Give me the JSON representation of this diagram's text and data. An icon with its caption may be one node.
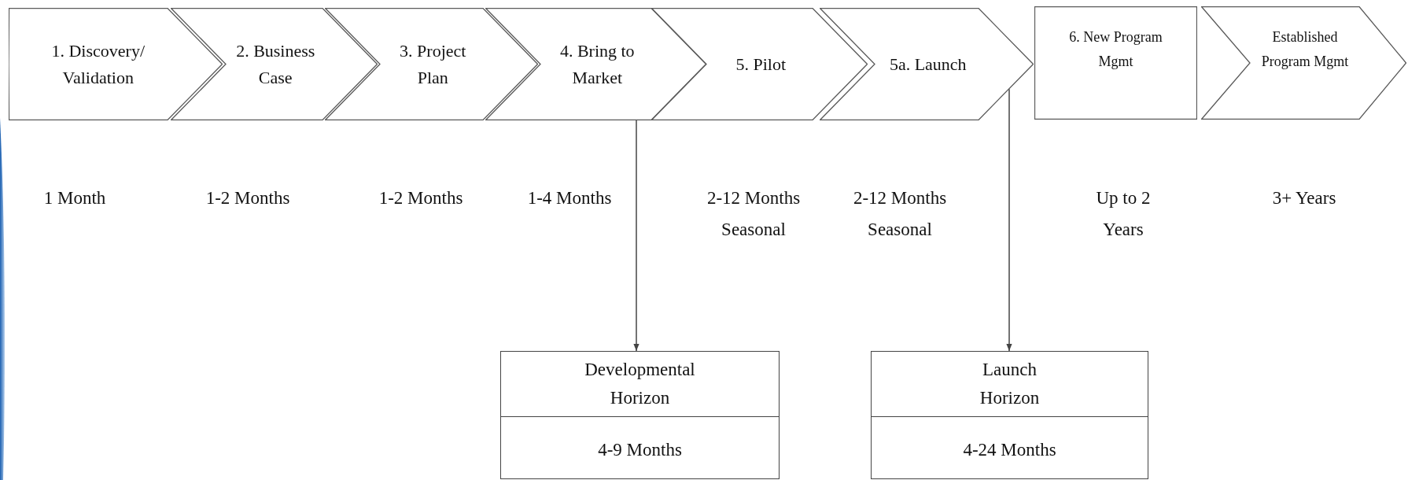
{
  "diagram": {
    "nodes": [
      {
        "text": [
          "1. Discovery/ Validation"
        ]
      },
      {
        "text": [
          "2. Business Case"
        ]
      },
      {
        "text": [
          "3. Project Plan"
        ]
      },
      {
        "text": [
          "4. Bring to Market"
        ]
      },
      {
        "text": [
          "5. Pilot"
        ]
      },
      {
        "text": [
          "5a. Launch"
        ]
      },
      {
        "text": [
          "6. New Program Mgmt"
        ]
      },
      {
        "text": [
          "Established Program Mgmt"
        ]
      },
      {
        "text": [
          "Developmental Horizon",
          "4-9 Months"
        ]
      },
      {
        "text": [
          "Launch Horizon",
          "4-24 Months"
        ]
      }
    ],
    "edges": [
      {
        "from": 3,
        "to": 8,
        "arrow": "to"
      },
      {
        "from": 5,
        "to": 9,
        "arrow": "to"
      }
    ],
    "labels": [
      "1 Month",
      "1-2 Months",
      "1-2 Months",
      "1-4 Months",
      "2-12 Months Seasonal",
      "2-12 Months Seasonal",
      "Up to 2 Years",
      "3+ Years"
    ]
  }
}
